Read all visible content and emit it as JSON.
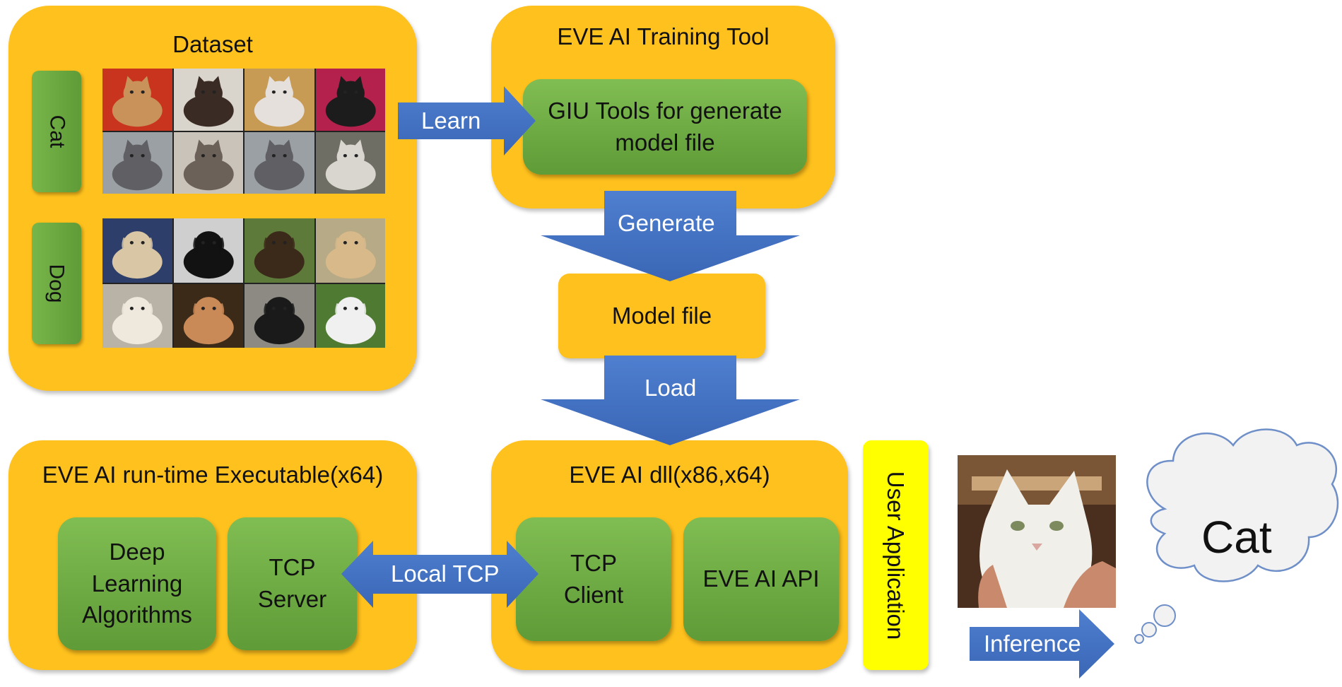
{
  "dataset": {
    "title": "Dataset",
    "classes": [
      {
        "label": "Cat",
        "tiles": [
          {
            "icon": "cat-photo-1",
            "bg": "#c9341f",
            "fg": "#c8925a"
          },
          {
            "icon": "cat-photo-2",
            "bg": "#d9d4cc",
            "fg": "#3a2c25"
          },
          {
            "icon": "cat-photo-3",
            "bg": "#c89b55",
            "fg": "#e6e0dc"
          },
          {
            "icon": "cat-photo-4",
            "bg": "#b4214d",
            "fg": "#1c1c1c"
          },
          {
            "icon": "cat-photo-5",
            "bg": "#9aa0a4",
            "fg": "#5f5f64"
          },
          {
            "icon": "cat-photo-6",
            "bg": "#c9c3b9",
            "fg": "#6b6158"
          },
          {
            "icon": "cat-photo-7",
            "bg": "#9aa0a4",
            "fg": "#5f5f64"
          },
          {
            "icon": "cat-photo-8",
            "bg": "#6e6e64",
            "fg": "#d9d6d0"
          }
        ]
      },
      {
        "label": "Dog",
        "tiles": [
          {
            "icon": "dog-photo-1",
            "bg": "#2d3e6a",
            "fg": "#d8c6a4"
          },
          {
            "icon": "dog-photo-2",
            "bg": "#cfcfcf",
            "fg": "#121212"
          },
          {
            "icon": "dog-photo-3",
            "bg": "#5e7a3a",
            "fg": "#3b2a1a"
          },
          {
            "icon": "dog-photo-4",
            "bg": "#b7aa86",
            "fg": "#d8b98a"
          },
          {
            "icon": "dog-photo-5",
            "bg": "#b9b2a6",
            "fg": "#efe8dc"
          },
          {
            "icon": "dog-photo-6",
            "bg": "#3c2a18",
            "fg": "#c98a58"
          },
          {
            "icon": "dog-photo-7",
            "bg": "#8c8a82",
            "fg": "#1a1a1a"
          },
          {
            "icon": "dog-photo-8",
            "bg": "#4f7a32",
            "fg": "#f0f0f0"
          }
        ]
      }
    ]
  },
  "training_tool": {
    "title": "EVE AI Training Tool",
    "box_line1": "GIU Tools for generate",
    "box_line2": "model file"
  },
  "model_file": {
    "label": "Model file"
  },
  "runtime": {
    "title": "EVE AI run-time Executable(x64)",
    "dl_line1": "Deep",
    "dl_line2": "Learning",
    "dl_line3": "Algorithms",
    "server_line1": "TCP",
    "server_line2": "Server"
  },
  "dll": {
    "title": "EVE AI dll(x86,x64)",
    "client_line1": "TCP",
    "client_line2": "Client",
    "api": "EVE AI API"
  },
  "user_app": {
    "label": "User Application"
  },
  "arrows": {
    "learn": "Learn",
    "generate": "Generate",
    "load": "Load",
    "local_tcp": "Local TCP",
    "inference": "Inference"
  },
  "result": {
    "label": "Cat",
    "photo_icon": "white-cat-photo"
  },
  "colors": {
    "panel": "#ffc11d",
    "green": "#6aa840",
    "arrow": "#4472c4",
    "user_app": "#ffff00",
    "cloud": "#f2f2f2",
    "cloud_outline": "#6f8fc8"
  }
}
